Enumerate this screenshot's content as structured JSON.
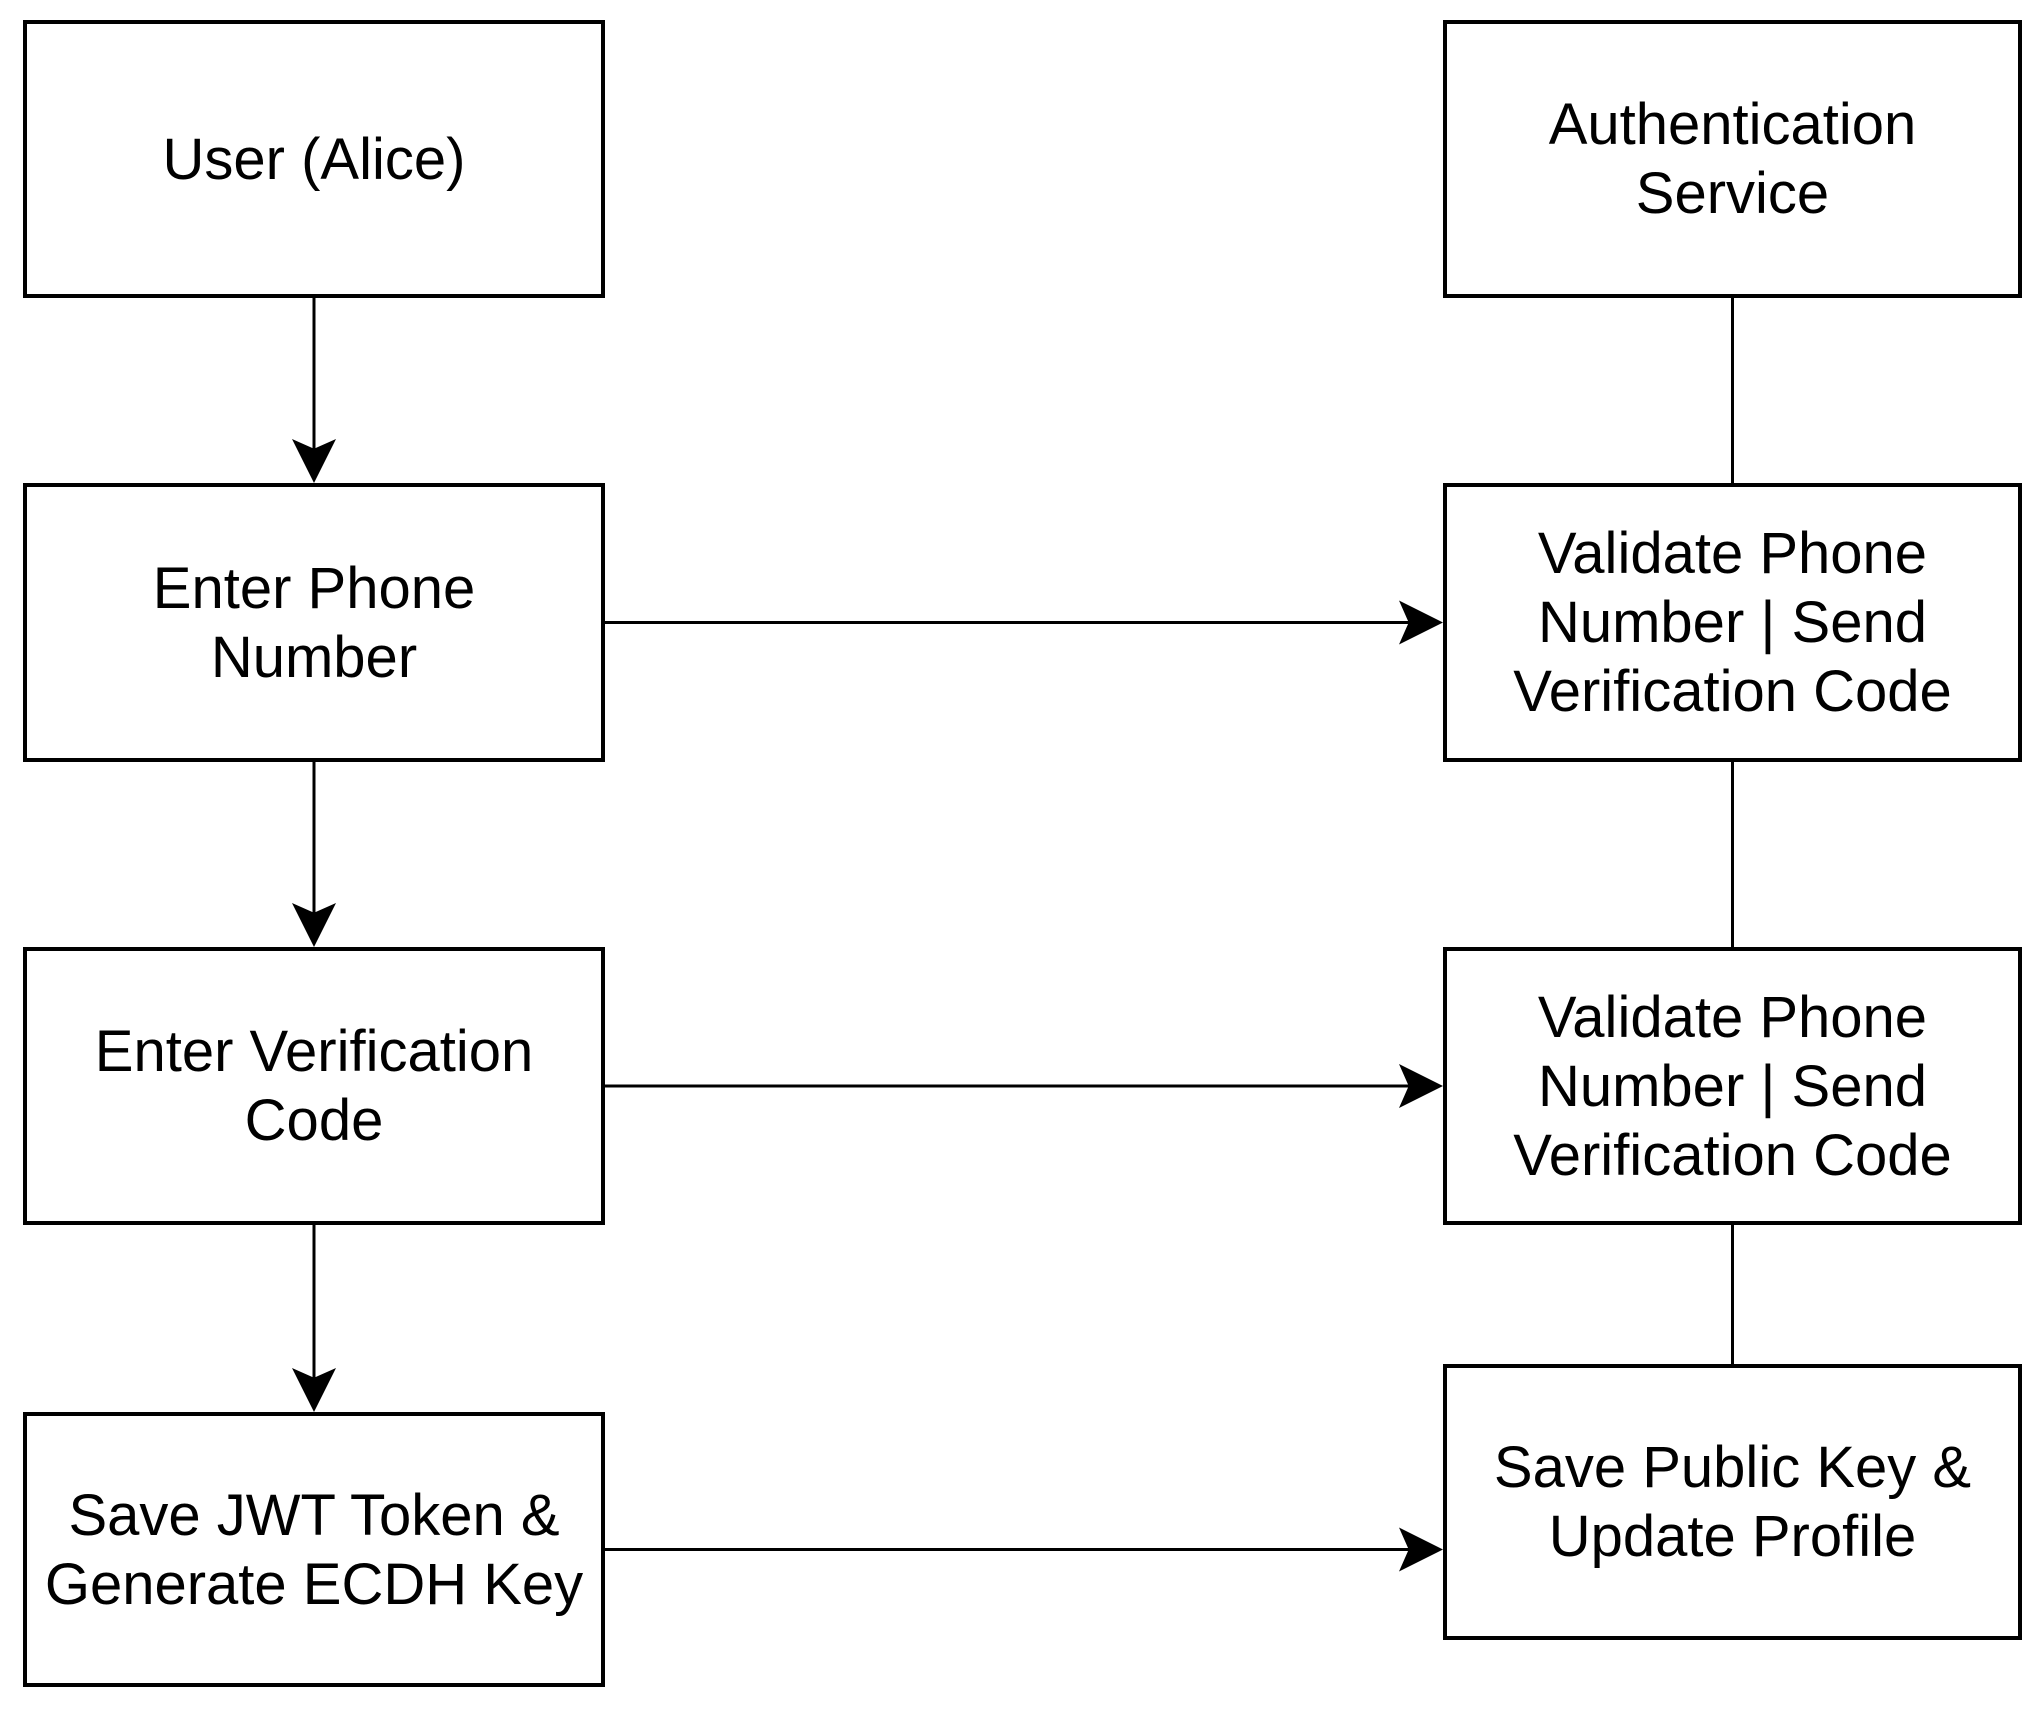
{
  "diagram": {
    "type": "flowchart",
    "colors": {
      "background": "#ffffff",
      "node_fill": "#ffffff",
      "node_border": "#000000",
      "connector": "#000000",
      "text": "#000000"
    },
    "nodes": {
      "user": {
        "label": "User (Alice)"
      },
      "enter_phone": {
        "label": "Enter Phone\nNumber"
      },
      "enter_code": {
        "label": "Enter Verification\nCode"
      },
      "save_jwt": {
        "label": "Save JWT Token &\nGenerate ECDH Key"
      },
      "auth_service": {
        "label": "Authentication\nService"
      },
      "validate_1": {
        "label": "Validate Phone\nNumber | Send\nVerification Code"
      },
      "validate_2": {
        "label": "Validate Phone\nNumber | Send\nVerification Code"
      },
      "save_public": {
        "label": "Save Public Key &\nUpdate Profile"
      }
    },
    "edges": [
      {
        "from": "user",
        "to": "enter_phone",
        "style": "arrow"
      },
      {
        "from": "enter_phone",
        "to": "enter_code",
        "style": "arrow"
      },
      {
        "from": "enter_code",
        "to": "save_jwt",
        "style": "arrow"
      },
      {
        "from": "auth_service",
        "to": "validate_1",
        "style": "line"
      },
      {
        "from": "validate_1",
        "to": "validate_2",
        "style": "line"
      },
      {
        "from": "validate_2",
        "to": "save_public",
        "style": "line"
      },
      {
        "from": "enter_phone",
        "to": "validate_1",
        "style": "arrow"
      },
      {
        "from": "enter_code",
        "to": "validate_2",
        "style": "arrow"
      },
      {
        "from": "save_jwt",
        "to": "save_public",
        "style": "arrow"
      }
    ]
  }
}
